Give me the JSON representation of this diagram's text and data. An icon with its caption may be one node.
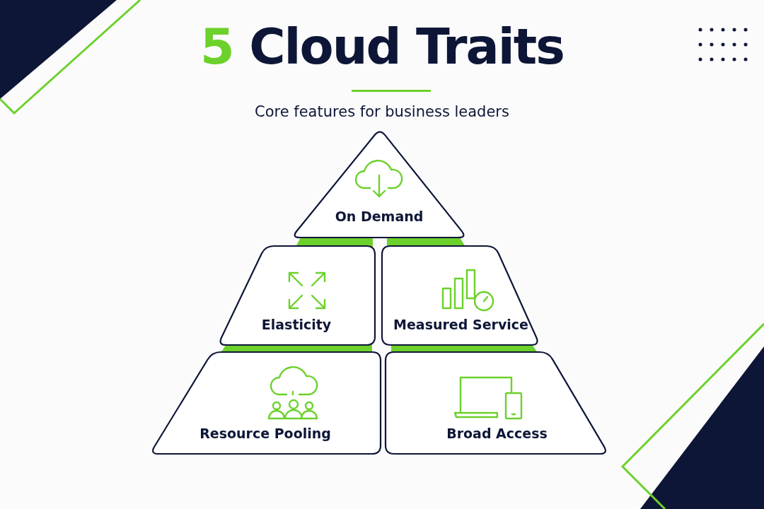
{
  "diagram": {
    "title": "5 Cloud Traits",
    "nodes": [
      {
        "text": [
          "On Demand"
        ]
      },
      {
        "text": [
          "Elasticity"
        ]
      },
      {
        "text": [
          "Measured Service"
        ]
      },
      {
        "text": [
          "Resource Pooling"
        ]
      },
      {
        "text": [
          "Broad Access"
        ]
      }
    ],
    "labels": [
      "Core features for business leaders"
    ]
  }
}
